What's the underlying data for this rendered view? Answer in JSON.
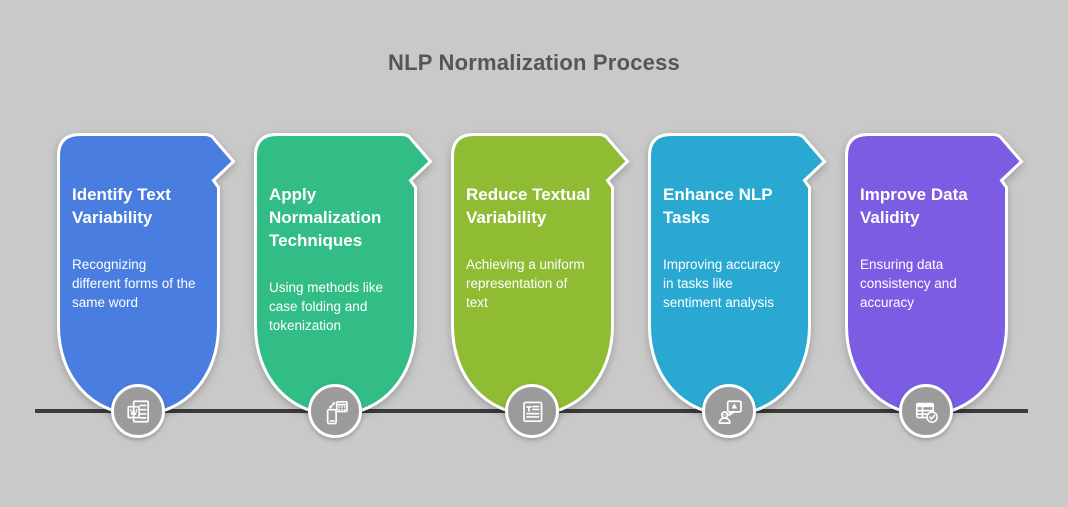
{
  "title": "NLP Normalization Process",
  "colors": {
    "background": "#c9c9c9",
    "title_text": "#555659",
    "timeline_line": "#3b3b3b",
    "icon_circle_fill": "#9b9b9b",
    "icon_circle_ring": "#ffffff",
    "card_outline": "#ffffff",
    "card_text": "#ffffff"
  },
  "steps": [
    {
      "title": "Identify Text Variability",
      "description": "Recognizing different forms of the same word",
      "color": "#4a7de0",
      "icon": "word-document-icon"
    },
    {
      "title": "Apply Normalization Techniques",
      "description": "Using methods like case folding and tokenization",
      "color": "#31bd85",
      "icon": "phone-calculator-sync-icon"
    },
    {
      "title": "Reduce Textual Variability",
      "description": "Achieving a uniform representation of text",
      "color": "#8fbc33",
      "icon": "text-document-icon"
    },
    {
      "title": "Enhance NLP Tasks",
      "description": "Improving accuracy in tasks like sentiment analysis",
      "color": "#29a9d2",
      "icon": "person-chat-icon"
    },
    {
      "title": "Improve Data Validity",
      "description": "Ensuring data consistency and accuracy",
      "color": "#7c5ce2",
      "icon": "table-check-icon"
    }
  ]
}
